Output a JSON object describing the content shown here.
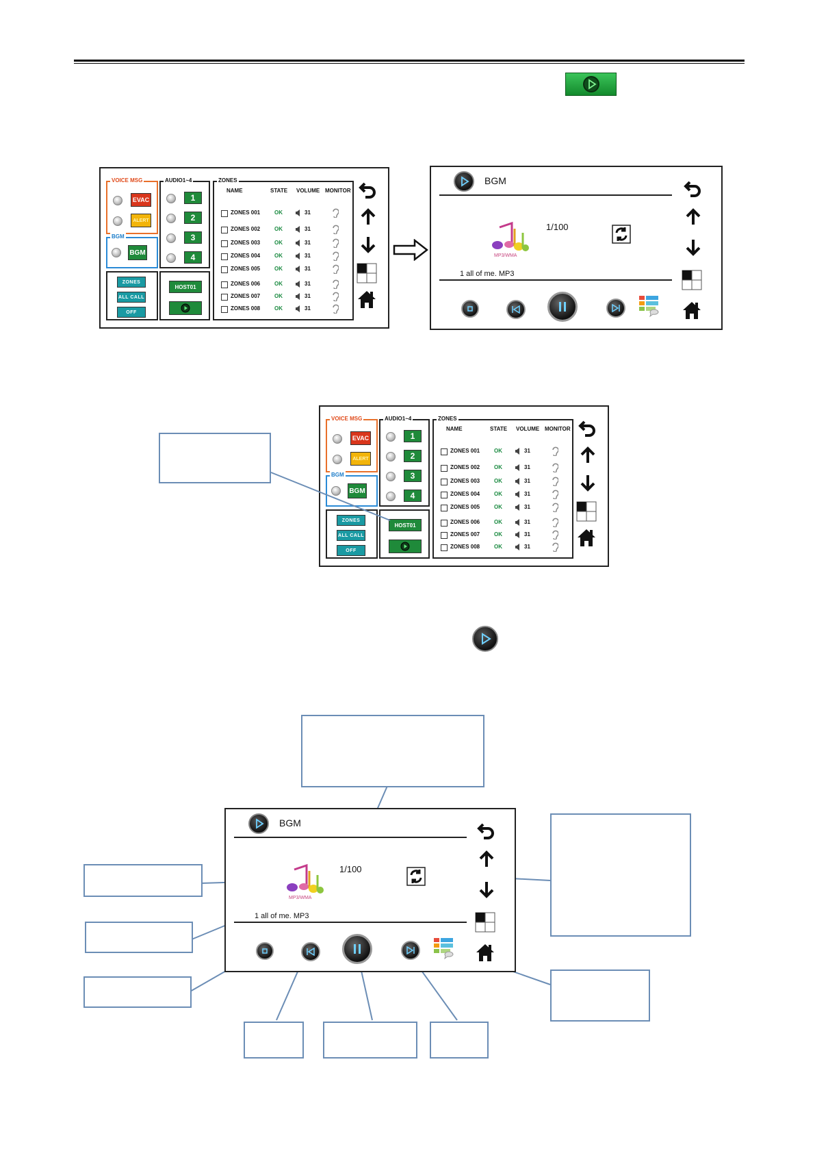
{
  "zone_panel": {
    "voice_msg_legend": "VOICE MSG",
    "audio_legend": "AUDIO1~4",
    "zones_legend": "ZONES",
    "bgm_legend": "BGM",
    "evac_label": "EVAC",
    "alert_label": "ALERT",
    "bgm_button_label": "BGM",
    "audio_buttons": [
      "1",
      "2",
      "3",
      "4"
    ],
    "zones_button_label": "ZONES",
    "all_call_label": "ALL CALL",
    "off_label": "OFF",
    "host_label": "HOST01",
    "columns": [
      "NAME",
      "STATE",
      "VOLUME",
      "MONITOR"
    ],
    "rows": [
      {
        "name": "ZONES 001",
        "state": "OK",
        "volume": "31"
      },
      {
        "name": "ZONES 002",
        "state": "OK",
        "volume": "31"
      },
      {
        "name": "ZONES 003",
        "state": "OK",
        "volume": "31"
      },
      {
        "name": "ZONES 004",
        "state": "OK",
        "volume": "31"
      },
      {
        "name": "ZONES 005",
        "state": "OK",
        "volume": "31"
      },
      {
        "name": "ZONES 006",
        "state": "OK",
        "volume": "31"
      },
      {
        "name": "ZONES 007",
        "state": "OK",
        "volume": "31"
      },
      {
        "name": "ZONES 008",
        "state": "OK",
        "volume": "31"
      }
    ]
  },
  "player": {
    "title": "BGM",
    "track_counter": "1/100",
    "track_name": "1  all of me. MP3",
    "logo_text": "MP3/WMA"
  },
  "icons": {
    "back": "undo-arrow-icon",
    "up": "arrow-up-icon",
    "down": "arrow-down-icon",
    "layout": "grid-layout-icon",
    "home": "home-icon",
    "play": "play-icon",
    "repeat": "repeat-icon",
    "playlist": "playlist-icon"
  },
  "colors": {
    "evac": "#d9361c",
    "alert": "#f2b40a",
    "green_button": "#1f8a3a",
    "teal_button": "#1a9aa3",
    "voice_border": "#e8702a",
    "bgm_border": "#2a8ad6",
    "callout_border": "#6b8db5"
  }
}
